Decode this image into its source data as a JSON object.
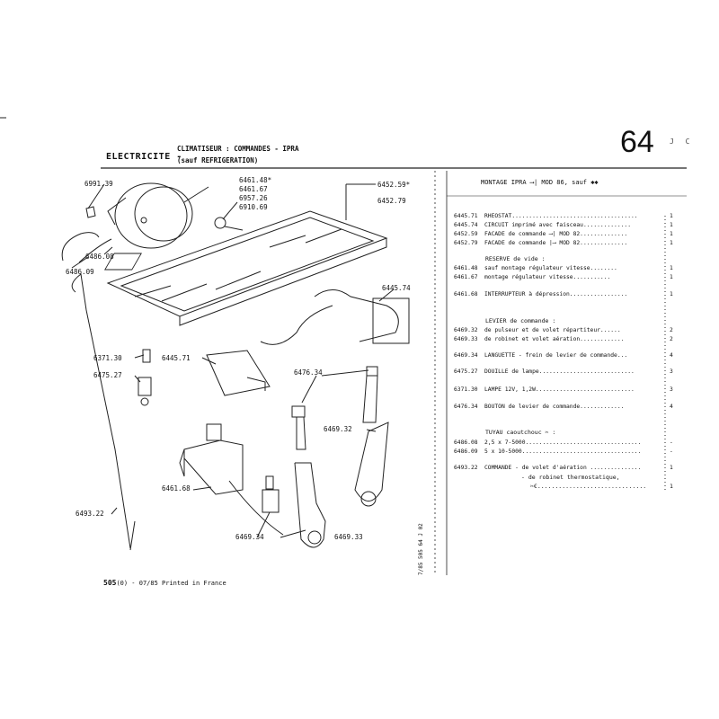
{
  "header": {
    "section": "ELECTRICITE -",
    "subtitle": "CLIMATISEUR : COMMANDES - IPRA",
    "subtitle2": "(sauf REFRIGERATION)",
    "page_number": "64",
    "page_code": "J C"
  },
  "footer": {
    "code": "505",
    "text": "(0) - 07/85 Printed in France",
    "side_code": "7/85 505 64 J 02"
  },
  "diagram_labels": {
    "l6991_39": "6991.39",
    "l6486_08": "6486.08",
    "l6486_09": "6486.09",
    "l6461_48": "6461.48*",
    "l6461_67": "6461.67",
    "l6957_26": "6957.26",
    "l6910_69": "6910.69",
    "l6452_59": "6452.59*",
    "l6452_79": "6452.79",
    "l6445_74": "6445.74",
    "l6371_30": "6371.30",
    "l6475_27": "6475.27",
    "l6445_71": "6445.71",
    "l6476_34": "6476.34",
    "l6469_32": "6469.32",
    "l6461_68": "6461.68",
    "l6469_34": "6469.34",
    "l6469_33": "6469.33",
    "l6493_22": "6493.22"
  },
  "parts_list": {
    "title": "MONTAGE IPRA ⟶| MOD 86, sauf ✱✱",
    "rows": [
      {
        "code": "6445.71",
        "desc": "RHEOSTAT.....................................",
        "qty": "1"
      },
      {
        "code": "6445.74",
        "desc": "CIRCUIT imprimé avec faisceau..............",
        "qty": "1"
      },
      {
        "code": "6452.59",
        "desc": "FACADE de commande ⟶| MOD 82..............",
        "qty": "1"
      },
      {
        "code": "6452.79",
        "desc": "FACADE de commande |⟶ MOD 82..............",
        "qty": "1"
      },
      {
        "code": "6461.48",
        "desc": "sauf montage régulateur vitesse........",
        "qty": "1"
      },
      {
        "code": "6461.67",
        "desc": "montage régulateur vitesse...........",
        "qty": "1"
      },
      {
        "code": "6461.68",
        "desc": "INTERRUPTEUR à dépression.................",
        "qty": "1"
      },
      {
        "code": "6469.32",
        "desc": "de pulseur et de volet répartiteur......",
        "qty": "2"
      },
      {
        "code": "6469.33",
        "desc": "de robinet et volet aération.............",
        "qty": "2"
      },
      {
        "code": "6469.34",
        "desc": "LANGUETTE - frein de levier de commande...",
        "qty": "4"
      },
      {
        "code": "6475.27",
        "desc": "DOUILLE de lampe............................",
        "qty": "3"
      },
      {
        "code": "6371.30",
        "desc": "LAMPE 12V, 1,2W.............................",
        "qty": "3"
      },
      {
        "code": "6476.34",
        "desc": "BOUTON de levier de commande.............",
        "qty": "4"
      },
      {
        "code": "6486.08",
        "desc": "2,5 x 7-5000..................................",
        "qty": "-"
      },
      {
        "code": "6486.09",
        "desc": "5 x 10-5000...................................",
        "qty": "-"
      },
      {
        "code": "6493.22",
        "desc": "COMMANDE - de volet d'aération ...............",
        "qty": "1"
      }
    ],
    "sec_reserve": "RESERVE de vide :",
    "sec_levier": "LEVIER de commande :",
    "sec_tuyau": "TUYAU caoutchouc ✂ :",
    "cont1": "- de robinet thermostatique,",
    "cont2": "✂€...............................",
    "cont2_qty": "1"
  }
}
